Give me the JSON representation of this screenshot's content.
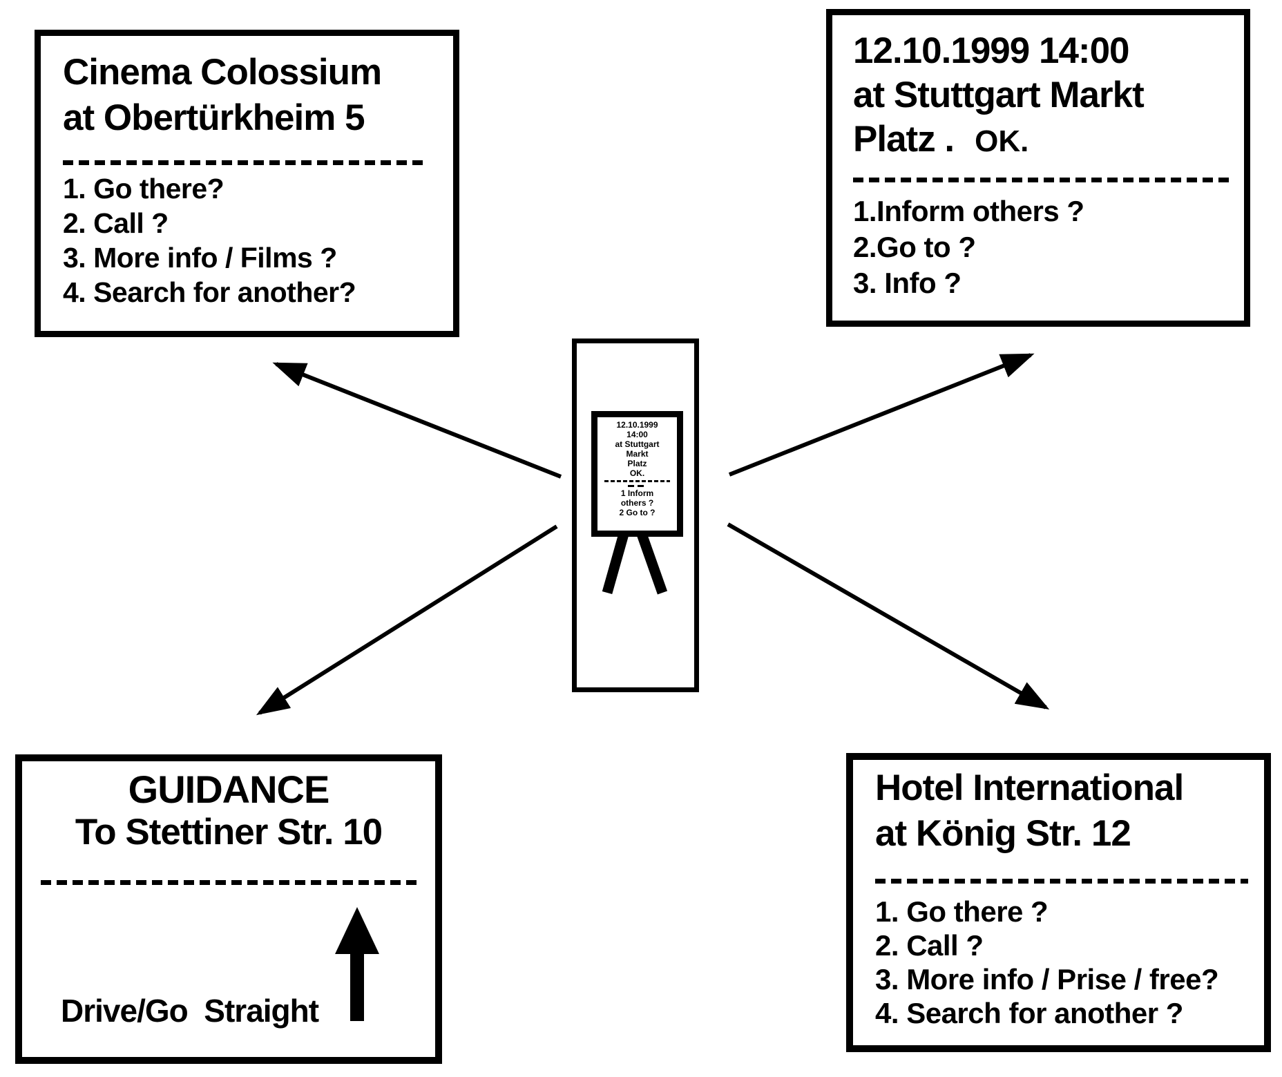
{
  "canvas": {
    "background": "#ffffff",
    "ink": "#000000"
  },
  "boxes": {
    "cinema": {
      "title_lines": [
        "Cinema Colossium",
        "at Obertürkheim 5"
      ],
      "items": [
        "1. Go there?",
        "2. Call ?",
        "3. More info / Films ?",
        "4. Search for another?"
      ]
    },
    "event": {
      "title_lines": [
        "12.10.1999 14:00",
        "at Stuttgart Markt"
      ],
      "title_line3_prefix": "Platz .",
      "title_line3_ok": "OK.",
      "items": [
        "1.Inform others ?",
        "2.Go to ?",
        "3. Info ?"
      ]
    },
    "guidance": {
      "title_lines": [
        "GUIDANCE",
        "To Stettiner Str. 10"
      ],
      "instruction": "Drive/Go  Straight"
    },
    "hotel": {
      "title_lines": [
        "Hotel International",
        "at König Str. 12"
      ],
      "items": [
        "1. Go there ?",
        "2. Call ?",
        "3. More info / Prise / free?",
        "4. Search for another ?"
      ]
    }
  },
  "device": {
    "screen_lines": [
      "12.10.1999",
      "14:00",
      "at Stuttgart",
      "Markt",
      "Platz",
      "OK."
    ],
    "screen_menu_lines": [
      "1 Inform",
      "others ?",
      "2 Go to ?"
    ]
  },
  "icons": {
    "straight_arrow": "up-arrow",
    "device_legs": "stand-legs",
    "connector_arrows": "diagonal-arrow"
  }
}
